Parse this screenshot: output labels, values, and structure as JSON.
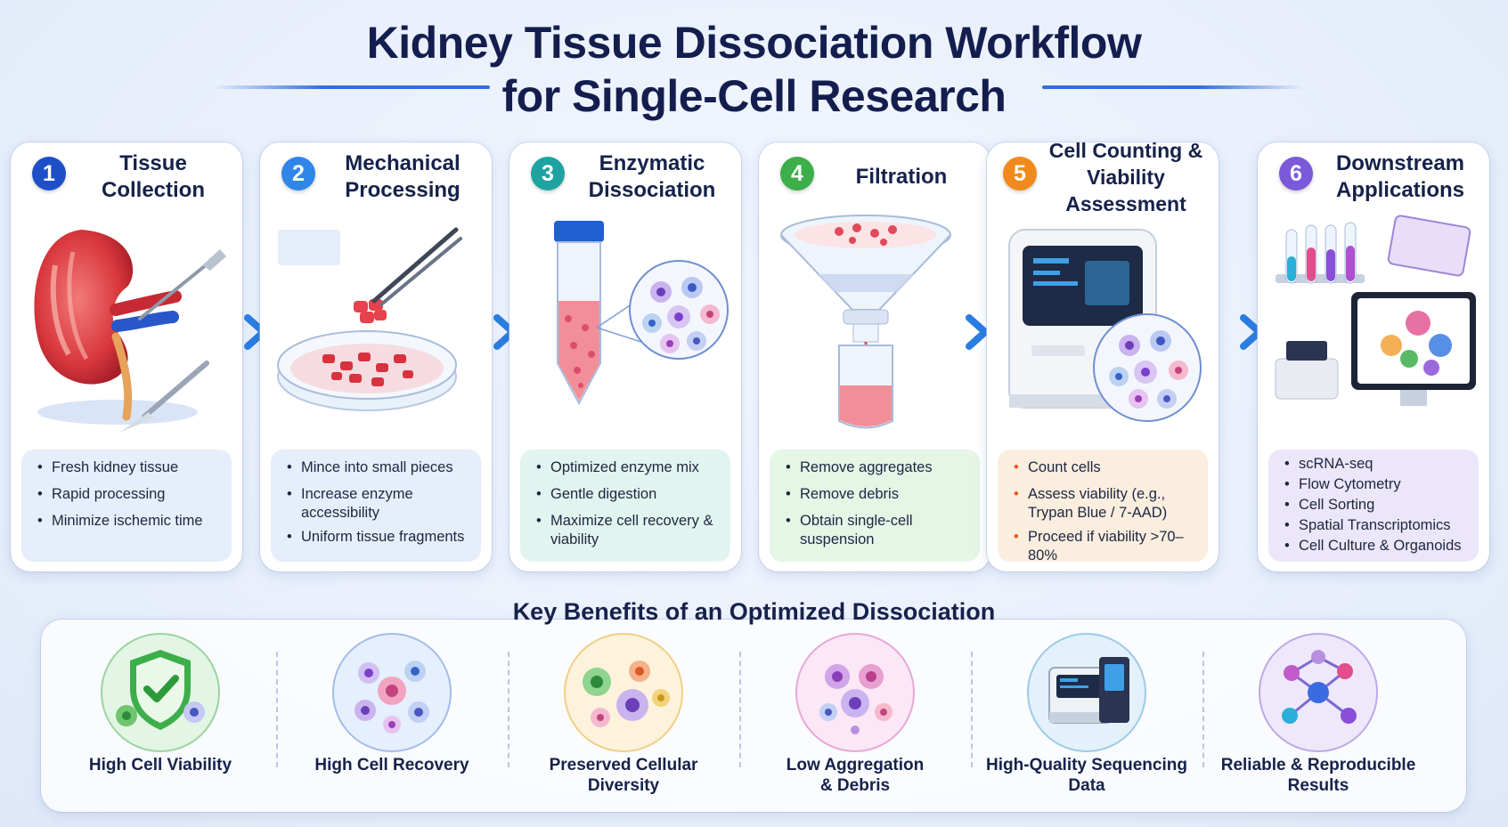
{
  "title": {
    "line1": "Kidney Tissue Dissociation Workflow",
    "line2": "for Single-Cell Research"
  },
  "colors": {
    "step1": "#1f4fc8",
    "step2": "#2f86e8",
    "step3": "#1fa3a0",
    "step4": "#3cae4a",
    "step5": "#f08a1c",
    "step6": "#7a5ad8",
    "arrow": "#2a7de1",
    "rule": "#2f6fe2"
  },
  "steps": [
    {
      "number": "1",
      "title": "Tissue\nCollection",
      "icon": "kidney-with-scalpel-icon",
      "bullets": [
        "Fresh kidney tissue",
        "Rapid processing",
        "Minimize ischemic time"
      ]
    },
    {
      "number": "2",
      "title": "Mechanical\nProcessing",
      "icon": "petri-dish-forceps-icon",
      "bullets": [
        "Mince into small pieces",
        "Increase enzyme accessibility",
        "Uniform tissue fragments"
      ]
    },
    {
      "number": "3",
      "title": "Enzymatic\nDissociation",
      "icon": "conical-tube-cells-icon",
      "bullets": [
        "Optimized enzyme mix",
        "Gentle digestion",
        "Maximize cell recovery & viability"
      ]
    },
    {
      "number": "4",
      "title": "Filtration",
      "icon": "funnel-filter-icon",
      "bullets": [
        "Remove aggregates",
        "Remove debris",
        "Obtain single-cell suspension"
      ]
    },
    {
      "number": "5",
      "title": "Cell Counting &\nViability Assessment",
      "icon": "cell-counter-icon",
      "bullets": [
        "Count cells",
        "Assess viability (e.g., Trypan Blue / 7-AAD)",
        "Proceed if viability >70–80%"
      ]
    },
    {
      "number": "6",
      "title": "Downstream\nApplications",
      "icon": "analysis-workstation-icon",
      "bullets": [
        "scRNA-seq",
        "Flow Cytometry",
        "Cell Sorting",
        "Spatial Transcriptomics",
        "Cell Culture & Organoids"
      ]
    }
  ],
  "benefits": {
    "title": "Key Benefits of an Optimized Dissociation",
    "items": [
      {
        "label": "High Cell Viability",
        "icon": "shield-check-icon"
      },
      {
        "label": "High Cell Recovery",
        "icon": "cell-cluster-icon"
      },
      {
        "label": "Preserved Cellular Diversity",
        "icon": "diverse-cells-icon"
      },
      {
        "label": "Low Aggregation\n& Debris",
        "icon": "cell-aggregate-icon"
      },
      {
        "label": "High-Quality Sequencing\nData",
        "icon": "sequencer-icon"
      },
      {
        "label": "Reliable & Reproducible\nResults",
        "icon": "network-nodes-icon"
      }
    ]
  }
}
